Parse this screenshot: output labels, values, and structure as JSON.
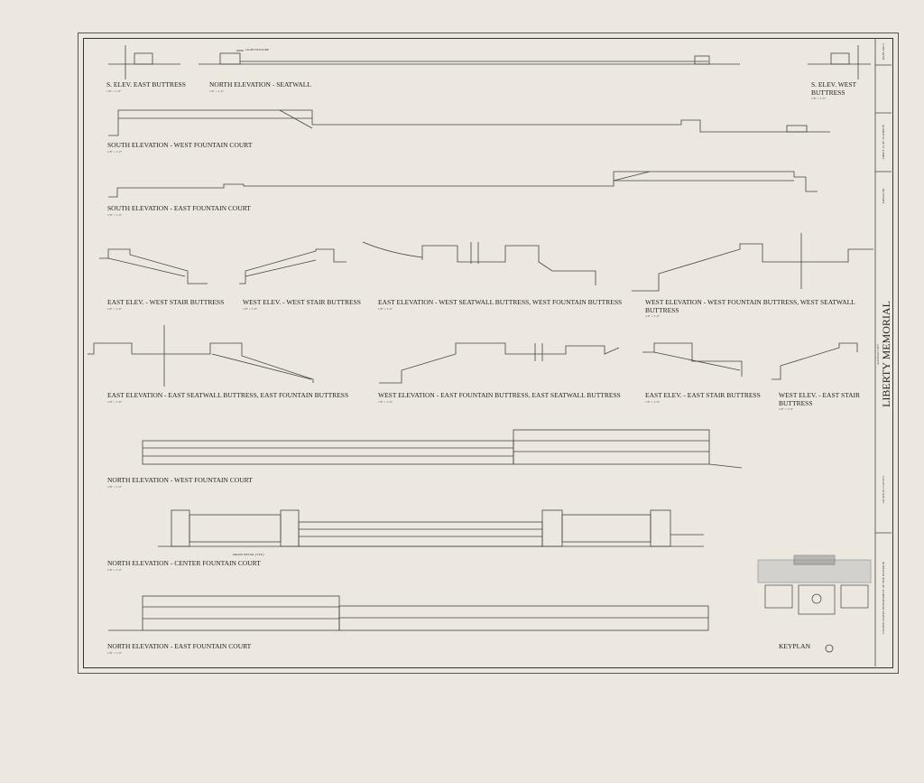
{
  "title_block": {
    "title": "LIBERTY MEMORIAL",
    "subtitle": "KANSAS CITY",
    "county": "JACKSON COUNTY",
    "state": "MISSOURI",
    "sheet": "SHEET 12 OF 18 SHEETS",
    "agency": "UNITED STATES DEPARTMENT OF THE INTERIOR",
    "habs": "HABS MO-1"
  },
  "callouts": {
    "light_fixture": "LIGHT FIXTURE",
    "drain_detail": "DRAIN DETAIL (TYP.)"
  },
  "views": [
    {
      "label": "S. ELEV. EAST BUTTRESS",
      "scale": "1/8\" = 1'-0\""
    },
    {
      "label": "NORTH ELEVATION - SEATWALL",
      "scale": "1/8\" = 1'-0\""
    },
    {
      "label": "S. ELEV. WEST BUTTRESS",
      "scale": "1/8\" = 1'-0\""
    },
    {
      "label": "SOUTH ELEVATION - WEST FOUNTAIN COURT",
      "scale": "1/8\" = 1'-0\""
    },
    {
      "label": "SOUTH ELEVATION - EAST FOUNTAIN COURT",
      "scale": "1/8\" = 1'-0\""
    },
    {
      "label": "EAST ELEV. - WEST STAIR BUTTRESS",
      "scale": "1/8\" = 1'-0\""
    },
    {
      "label": "WEST ELEV. - WEST STAIR BUTTRESS",
      "scale": "1/8\" = 1'-0\""
    },
    {
      "label": "EAST ELEVATION - WEST SEATWALL BUTTRESS, WEST FOUNTAIN BUTTRESS",
      "scale": "1/8\" = 1'-0\""
    },
    {
      "label": "WEST ELEVATION - WEST FOUNTAIN BUTTRESS, WEST SEATWALL BUTTRESS",
      "scale": "1/8\" = 1'-0\""
    },
    {
      "label": "EAST ELEVATION - EAST SEATWALL BUTTRESS, EAST FOUNTAIN BUTTRESS",
      "scale": "1/8\" = 1'-0\""
    },
    {
      "label": "WEST ELEVATION - EAST FOUNTAIN BUTTRESS, EAST SEATWALL BUTTRESS",
      "scale": "1/8\" = 1'-0\""
    },
    {
      "label": "EAST ELEV. - EAST STAIR BUTTRESS",
      "scale": "1/8\" = 1'-0\""
    },
    {
      "label": "WEST ELEV. - EAST STAIR BUTTRESS",
      "scale": "1/8\" = 1'-0\""
    },
    {
      "label": "NORTH ELEVATION - WEST FOUNTAIN COURT",
      "scale": "1/8\" = 1'-0\""
    },
    {
      "label": "NORTH ELEVATION - CENTER FOUNTAIN COURT",
      "scale": "1/8\" = 1'-0\""
    },
    {
      "label": "NORTH ELEVATION - EAST FOUNTAIN COURT",
      "scale": "1/8\" = 1'-0\""
    },
    {
      "label": "KEYPLAN",
      "scale": ""
    }
  ]
}
